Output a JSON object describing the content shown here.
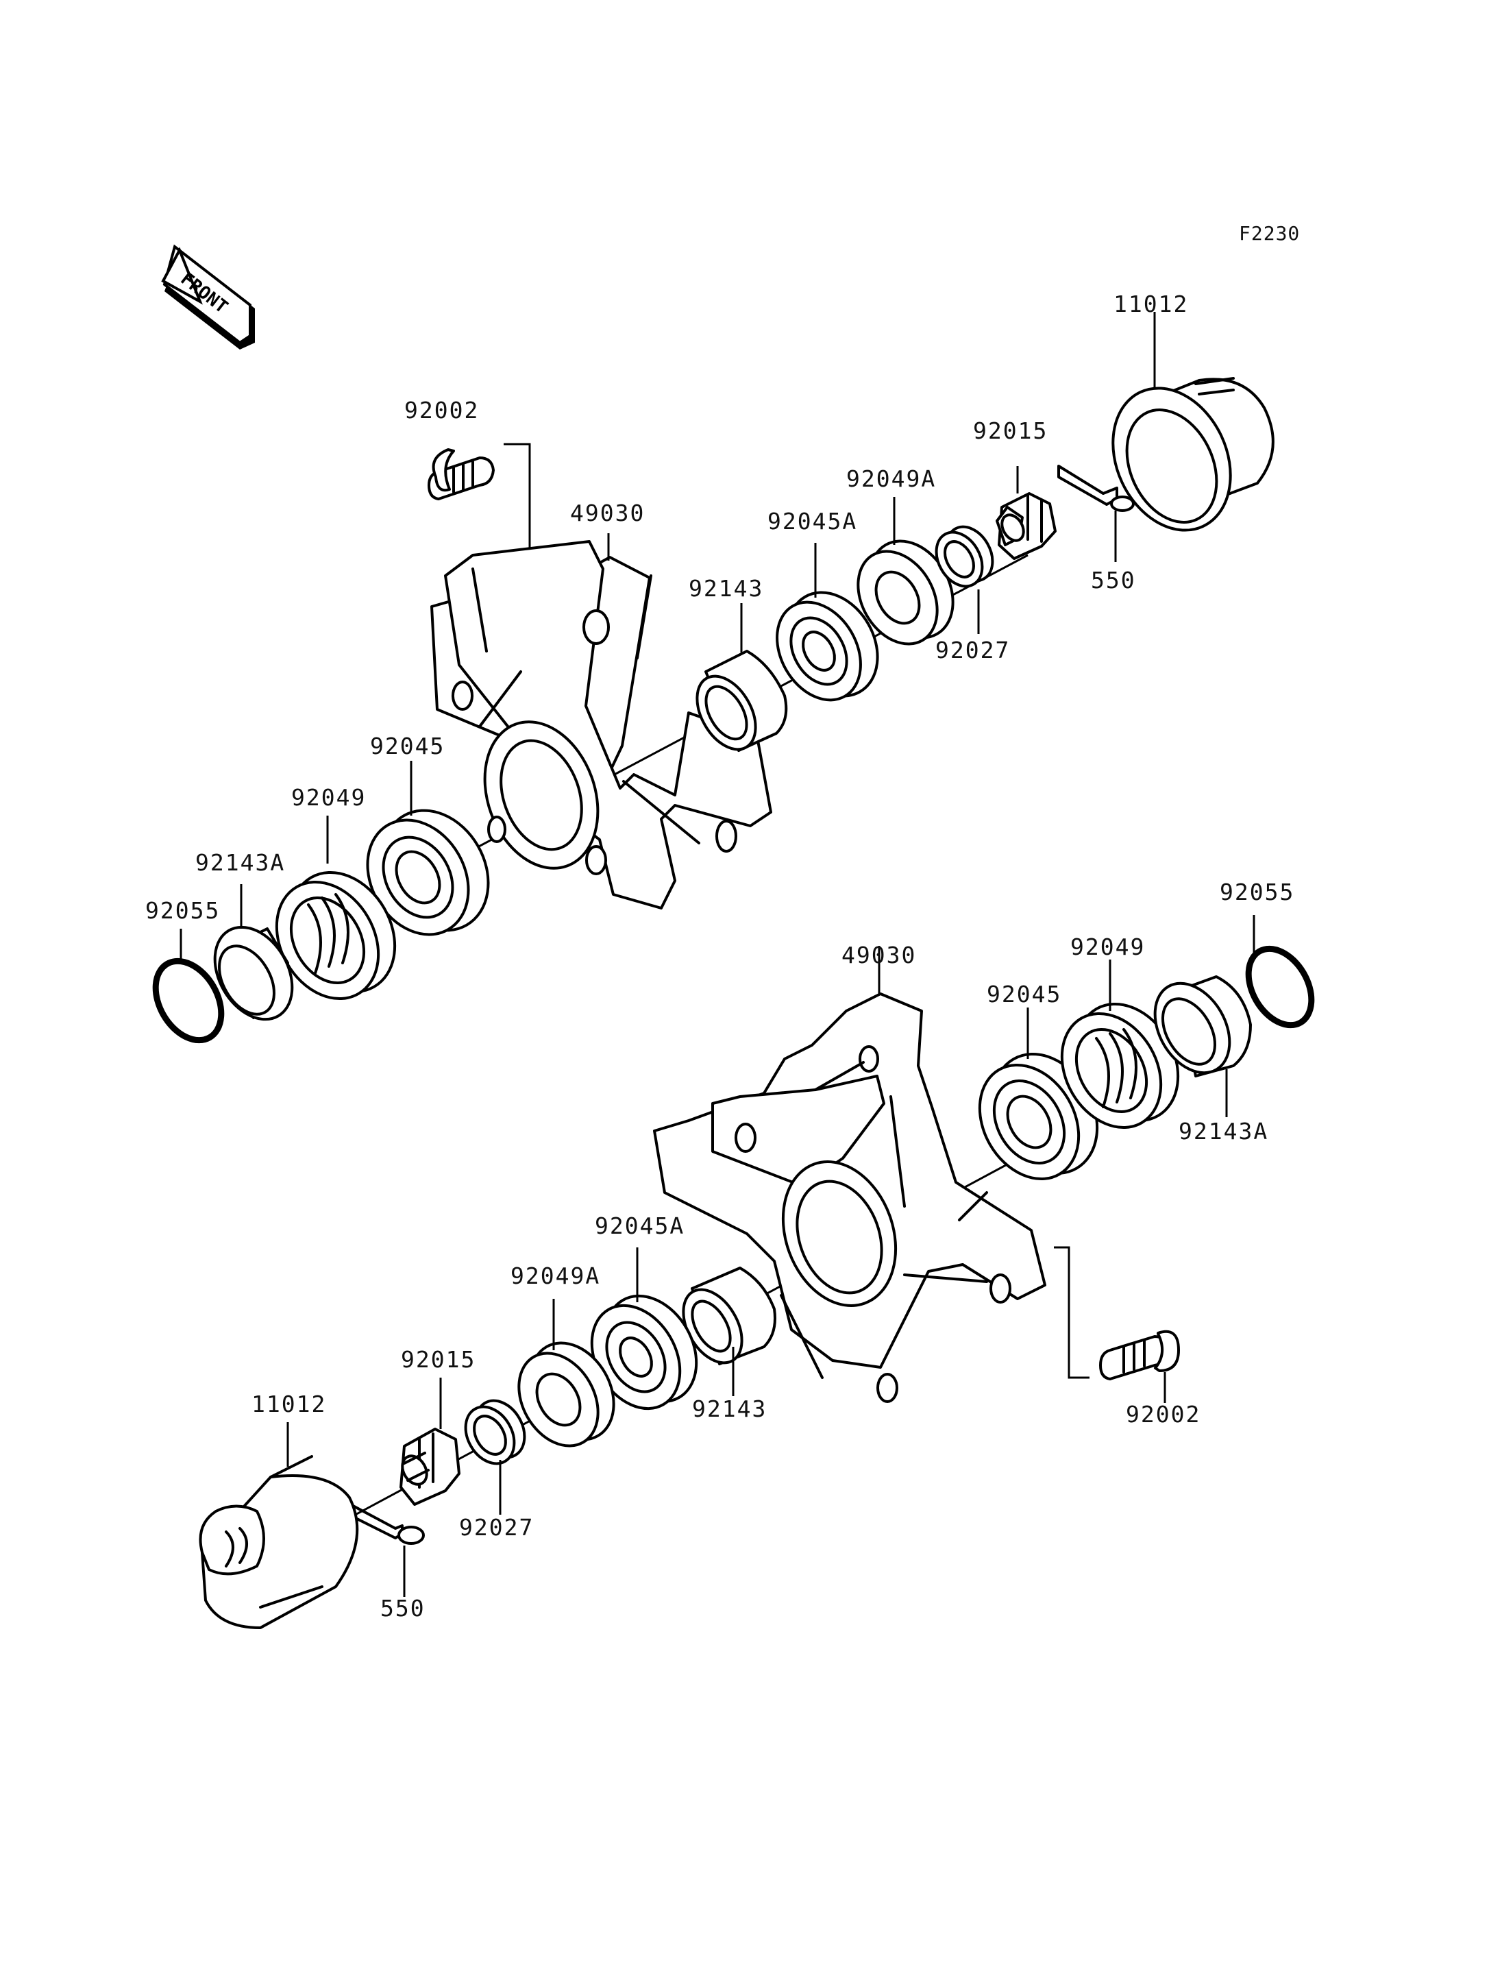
{
  "figure_ref": "F2230",
  "front_label": "FRONT",
  "upper_assembly": {
    "callouts": {
      "hub_bolt": "92002",
      "hub": "49030",
      "collar": "92143",
      "bearing_a": "92045A",
      "seal_a": "92049A",
      "nut": "92015",
      "cap": "11012",
      "cotter_pin": "550",
      "spacer": "92027",
      "bearing": "92045",
      "seal": "92049",
      "collar_a": "92143A",
      "o_ring": "92055"
    }
  },
  "lower_assembly": {
    "callouts": {
      "hub": "49030",
      "bearing": "92045",
      "seal": "92049",
      "o_ring": "92055",
      "collar_a": "92143A",
      "bearing_a": "92045A",
      "seal_a": "92049A",
      "collar": "92143",
      "nut": "92015",
      "hub_bolt": "92002",
      "cap": "11012",
      "spacer": "92027",
      "cotter_pin": "550"
    }
  }
}
